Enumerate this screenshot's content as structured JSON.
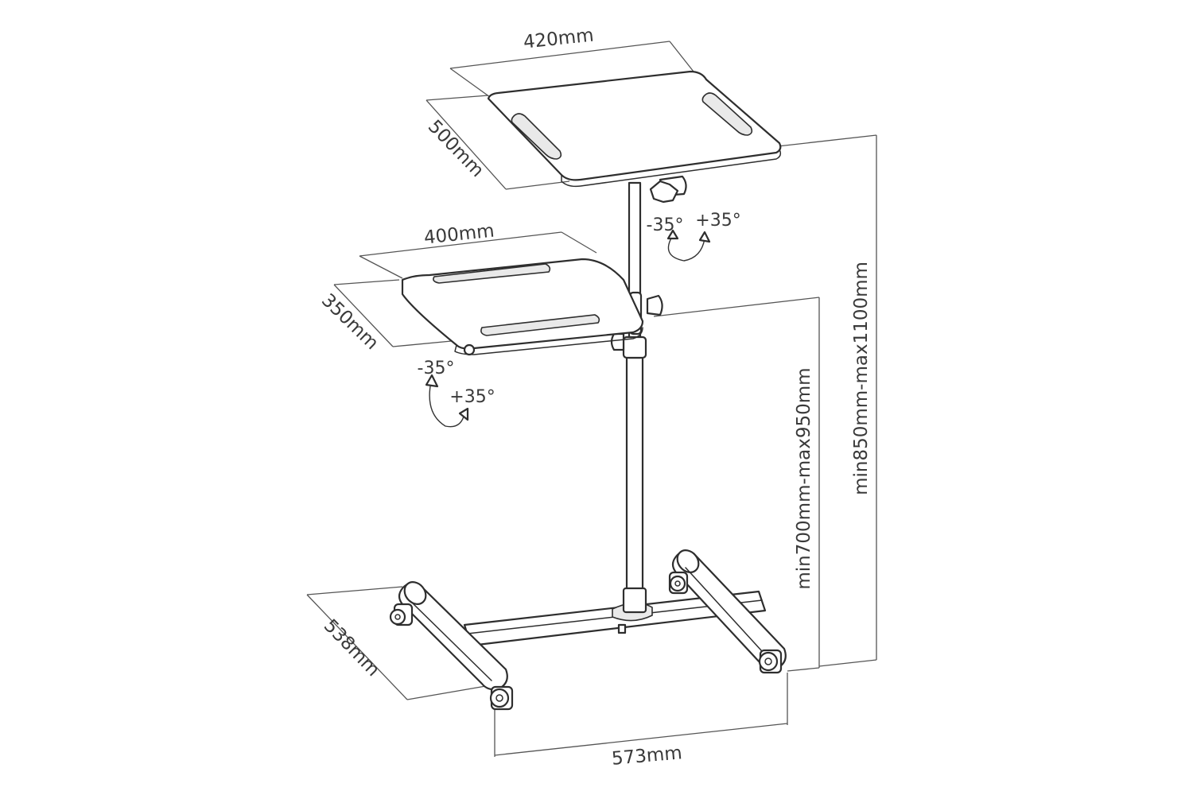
{
  "dimensions": {
    "top_tray_width": "420mm",
    "top_tray_depth": "500mm",
    "side_tray_width": "400mm",
    "side_tray_depth": "350mm",
    "base_depth": "538mm",
    "base_width": "573mm",
    "side_tray_height": "min700mm-max950mm",
    "top_tray_height": "min850mm-max1100mm"
  },
  "tilt": {
    "top_minus": "-35°",
    "top_plus": "+35°",
    "side_minus": "-35°",
    "side_plus": "+35°"
  },
  "colors": {
    "line": "#2e2e2e",
    "dimension_line": "#555555",
    "text": "#3a3a3a"
  }
}
